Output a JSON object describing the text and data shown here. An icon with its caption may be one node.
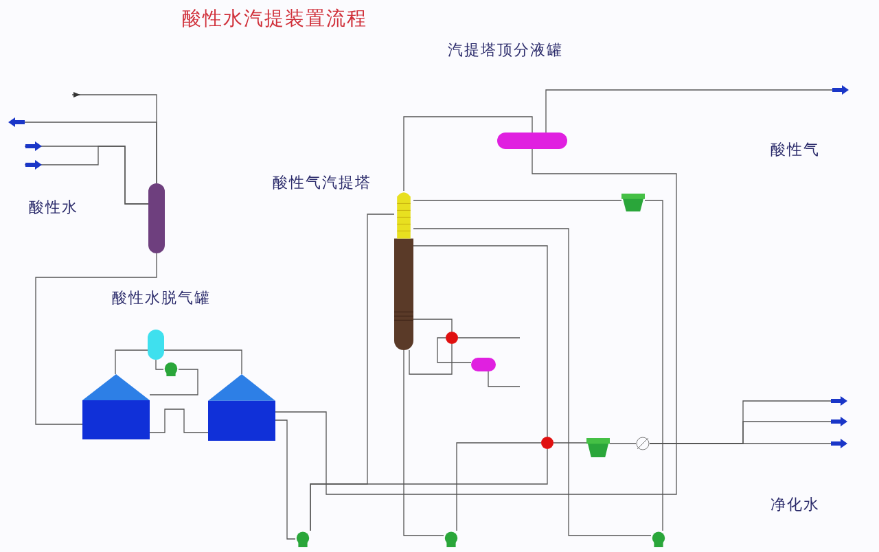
{
  "diagram": {
    "title": "酸性水汽提装置流程",
    "nodes": [
      {
        "text": [],
        "shape": "cylinder"
      },
      {
        "text": [],
        "shape": "cylinder"
      },
      {
        "text": [],
        "shape": "tank"
      },
      {
        "text": [],
        "shape": "tank"
      },
      {
        "text": [],
        "shape": "pump"
      },
      {
        "text": [],
        "shape": "column"
      },
      {
        "text": [],
        "shape": "cylinder"
      },
      {
        "text": [],
        "shape": "cooler"
      },
      {
        "text": [],
        "shape": "circle"
      },
      {
        "text": [],
        "shape": "cylinder"
      },
      {
        "text": [],
        "shape": "circle"
      },
      {
        "text": [],
        "shape": "cooler"
      },
      {
        "text": [],
        "shape": "circle"
      },
      {
        "text": [],
        "shape": "pump"
      },
      {
        "text": [],
        "shape": "pump"
      },
      {
        "text": [],
        "shape": "pump"
      }
    ],
    "edges": [
      {
        "from": 0,
        "to": null,
        "arrow": "to"
      },
      {
        "from": 0,
        "to": null,
        "arrow": "to"
      },
      {
        "from": 0,
        "to": null,
        "arrow": "to"
      },
      {
        "from": 0,
        "to": null,
        "arrow": "to"
      },
      {
        "from": 0,
        "to": 2,
        "arrow": "none"
      },
      {
        "from": 2,
        "to": 3,
        "arrow": "none"
      },
      {
        "from": 1,
        "to": 2,
        "arrow": "none"
      },
      {
        "from": 1,
        "to": 3,
        "arrow": "none"
      },
      {
        "from": 1,
        "to": 4,
        "arrow": "none"
      },
      {
        "from": 4,
        "to": 2,
        "arrow": "none"
      },
      {
        "from": 3,
        "to": 13,
        "arrow": "none"
      },
      {
        "from": 13,
        "to": 10,
        "arrow": "none"
      },
      {
        "from": 13,
        "to": 5,
        "arrow": "none"
      },
      {
        "from": 5,
        "to": 14,
        "arrow": "none"
      },
      {
        "from": 14,
        "to": 10,
        "arrow": "none"
      },
      {
        "from": 10,
        "to": 11,
        "arrow": "none"
      },
      {
        "from": 11,
        "to": 12,
        "arrow": "none"
      },
      {
        "from": 12,
        "to": null,
        "arrow": "to"
      },
      {
        "from": 12,
        "to": null,
        "arrow": "to"
      },
      {
        "from": 12,
        "to": null,
        "arrow": "to"
      },
      {
        "from": 5,
        "to": 6,
        "arrow": "none"
      },
      {
        "from": 6,
        "to": null,
        "arrow": "to"
      },
      {
        "from": 6,
        "to": 3,
        "arrow": "none"
      },
      {
        "from": 5,
        "to": 7,
        "arrow": "none"
      },
      {
        "from": 7,
        "to": 15,
        "arrow": "none"
      },
      {
        "from": 15,
        "to": 5,
        "arrow": "none"
      },
      {
        "from": 5,
        "to": 10,
        "arrow": "none"
      },
      {
        "from": 5,
        "to": 8,
        "arrow": "none"
      },
      {
        "from": 8,
        "to": 5,
        "arrow": "none"
      },
      {
        "from": 8,
        "to": 9,
        "arrow": "none"
      },
      {
        "from": 8,
        "to": null,
        "arrow": "none"
      },
      {
        "from": 9,
        "to": null,
        "arrow": "none"
      }
    ],
    "labels": [
      "汽提塔顶分液罐",
      "酸性气",
      "酸性气汽提塔",
      "酸性水",
      "酸性水脱气罐",
      "净化水"
    ]
  }
}
